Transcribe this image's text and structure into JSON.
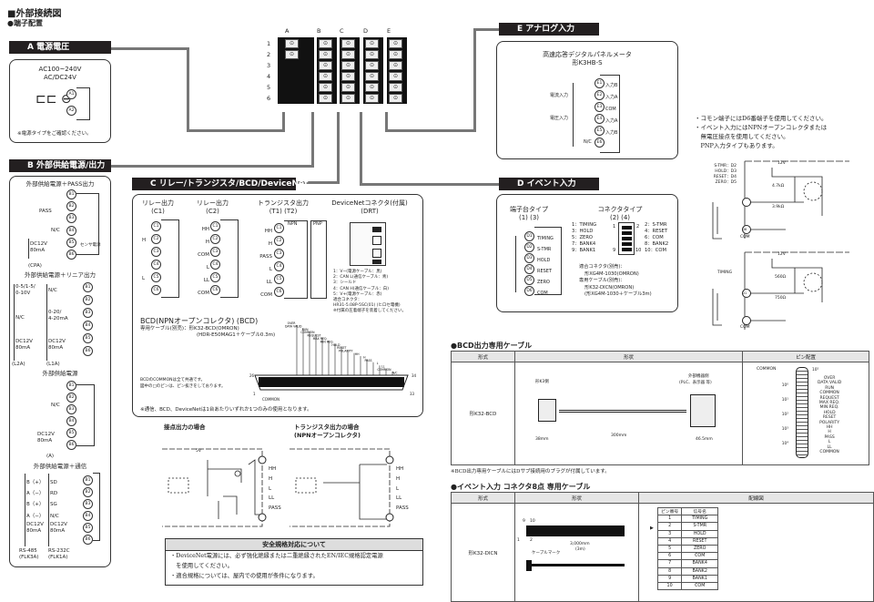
{
  "header": {
    "title": "■外部接続図",
    "subtitle": "●端子配置"
  },
  "terminal_block": {
    "columns": [
      "A",
      "B",
      "C",
      "D",
      "E"
    ],
    "rows": [
      "1",
      "2",
      "3",
      "4",
      "5",
      "6"
    ]
  },
  "section_a": {
    "heading": "A 電源電圧",
    "voltage_line1": "AC100~240V",
    "voltage_line2": "AC/DC24V",
    "terminals": [
      "A1",
      "A2"
    ],
    "note": "※電源タイプをご確認ください。"
  },
  "section_b": {
    "heading": "B 外部供給電源/出力",
    "pass_title": "外部供給電源＋PASS出力",
    "pass_label": "PASS",
    "nc": "N/C",
    "dc12v": "DC12V",
    "ma80": "80mA",
    "sensor_power": "センサ電源",
    "cpa": "(CPA)",
    "linear_title": "外部供給電源＋リニア出力",
    "linear_col1": [
      "0-5/1-5/",
      "0-10V",
      "N/C",
      "DC12V",
      "80mA"
    ],
    "linear_col2": [
      "N/C",
      "0-20/",
      "4-20mA",
      "DC12V",
      "80mA"
    ],
    "l2a": "(L2A)",
    "l1a": "(L1A)",
    "ext_title": "外部供給電源",
    "a_label": "(A)",
    "comm_title": "外部供給電源＋通信",
    "comm_col1": [
      "B（+）",
      "A（−）",
      "B（+）",
      "A（−）",
      "DC12V",
      "80mA"
    ],
    "comm_col2": [
      "SD",
      "RD",
      "SG",
      "N/C",
      "DC12V",
      "80mA"
    ],
    "rs485": "RS-485",
    "flk3a": "(FLK3A)",
    "rs232": "RS-232C",
    "flk1a": "(FLK1A)",
    "terminals": [
      "B1",
      "B2",
      "B3",
      "B4",
      "B5",
      "B6"
    ]
  },
  "section_c": {
    "heading": "C リレー/トランジスタ/BCD/DeviceNet",
    "relay1_title": "リレー出力",
    "relay1_code": "(C1)",
    "relay1_labels": [
      "H",
      "L"
    ],
    "relay2_title": "リレー出力",
    "relay2_code": "(C2)",
    "relay2_labels": [
      "HH",
      "H",
      "COM",
      "L",
      "LL",
      "COM"
    ],
    "trans_title": "トランジスタ出力",
    "trans_code": "(T1) (T2)",
    "trans_labels": [
      "HH",
      "H",
      "PASS",
      "L",
      "LL",
      "COM"
    ],
    "npn": "NPN",
    "pnp": "PNP",
    "dnet_title": "DeviceNetコネクタ(付属)",
    "dnet_code": "(DRT)",
    "dnet_pins": [
      "1：V−(電源ケーブル：黒)",
      "2：CAN L(通信ケーブル：青)",
      "3：シールド",
      "4：CAN H(通信ケーブル：白)",
      "5：V+(電源ケーブル：赤)",
      "適合コネクタ：",
      "HR31-5.08P-5SC(01) (ヒロセ電機)",
      "※付属の圧着端子を装着してください。"
    ],
    "bcd_title": "BCD(NPNオープンコレクタ) (BCD)",
    "bcd_cable1": "専用ケーブル(別売)：形K32-BCD(OMRON)",
    "bcd_cable2": "(HDR-E50MAG1＋ケーブル0.3m)",
    "bcd_note1": "BCDのCOMMONは全て共通です。",
    "bcd_note2": "図中の□のピンは、ピン抜きをしております。",
    "bcd_footnote": "※通信、BCD、DeviceNetは1台あたりいずれか1つのみの使用となります。",
    "bcd_top_signals": [
      "OVER",
      "DATA VALID",
      "RUN",
      "COMMON",
      "REQUEST",
      "MAX REQ.",
      "MIN REQ.",
      "HOLD",
      "RESET",
      "POLARITY",
      "HH",
      "H",
      "PASS",
      "L",
      "LL",
      "COMMON",
      "N/C"
    ],
    "bcd_bottom_signal": "COMMON",
    "bcd_pin_start": "1",
    "bcd_pin_end_top": "34",
    "bcd_pin_end_bottom": "33",
    "bcd_pin_top_left": "26"
  },
  "output_circuits": {
    "contact_title": "接点出力の場合",
    "trans_title_1": "トランジスタ出力の場合",
    "trans_title_2": "(NPNオープンコレクタ)",
    "five_v": "5V",
    "outputs": [
      "HH",
      "H",
      "L",
      "LL",
      "PASS"
    ]
  },
  "safety": {
    "heading": "安全規格対応について",
    "lines": [
      "・DeviceNet電源には、必ず強化絶縁または二重絶縁されたEN/IEC規格認定電源",
      "　を使用してください。",
      "・適合規格については、屋内での使用が条件になります。"
    ]
  },
  "section_e": {
    "heading": "E アナログ入力",
    "device_title": "高速応答デジタルパネルメータ",
    "device_model": "形K3HB-S",
    "current_input": "電流入力",
    "voltage_input": "電圧入力",
    "terminal_labels": [
      "入力B",
      "入力A",
      "COM",
      "入力A",
      "入力B"
    ],
    "nc": "N/C",
    "terminals": [
      "E1",
      "E2",
      "E3",
      "E4",
      "E5",
      "E6"
    ]
  },
  "section_d": {
    "heading": "D イベント入力",
    "terminal_title": "端子台タイプ",
    "terminal_code": "(1) (3)",
    "terminal_labels": [
      "TIMING",
      "S-TMR",
      "HOLD",
      "RESET",
      "ZERO",
      "COM"
    ],
    "terminals": [
      "D1",
      "D2",
      "D3",
      "D4",
      "D5",
      "D6"
    ],
    "connector_title": "コネクタタイプ",
    "connector_code": "(2) (4)",
    "connector_left": [
      "1：TIMING",
      "3：HOLD",
      "5：ZERO",
      "7：BANK4",
      "9：BANK1"
    ],
    "connector_right": [
      "2：S-TMR",
      "4：RESET",
      "6：COM",
      "8：BANK2",
      "10：COM"
    ],
    "connector_pins": [
      "1",
      "2",
      "9",
      "10"
    ],
    "fit_connector": "適合コネクタ(別売)：",
    "fit_model": "形XG4M-1030(OMRON)",
    "cable_label": "専用ケーブル(別売)：",
    "cable_model": "形K32-DICN(OMRON)",
    "cable_detail": "(形XG4M-1030＋ケーブル3m)"
  },
  "notes": {
    "lines": [
      "・コモン端子にはD6番端子を使用してください。",
      "・イベント入力にはNPNオープンコレクタまたは",
      "　無電圧接点を使用してください。",
      "　PNP入力タイプもあります。"
    ]
  },
  "event_circuit": {
    "labels": [
      "S-TMR：D2",
      "HOLD：D3",
      "RESET：D4",
      "ZERO：D5"
    ],
    "v12": "12V",
    "r1": "4.7kΩ",
    "r2": "3.9kΩ",
    "com": "COM",
    "timing": "TIMING",
    "r3": "560Ω",
    "r4": "750Ω",
    "d1": "D1",
    "d6": "D6"
  },
  "bcd_cable_table": {
    "heading": "●BCD出力専用ケーブル",
    "col_model": "形式",
    "col_shape": "形状",
    "col_pins": "ピン配置",
    "model": "形K32-BCD",
    "k3_side": "形K3側",
    "other_side_1": "外部機器側",
    "other_side_2": "(PLC、表示器 等)",
    "dim1": "38mm",
    "dim2": "300mm",
    "dim3": "46.5mm",
    "pin_common_top": "COMMON",
    "pin_groups": [
      "10⁰",
      "10¹",
      "10²",
      "10³",
      "10⁴",
      "10⁵"
    ],
    "pin_signals": [
      "OVER",
      "DATA VALID",
      "RUN",
      "COMMON",
      "REQUEST",
      "MAX REQ.",
      "MIN REQ.",
      "HOLD",
      "RESET",
      "POLARITY",
      "HH",
      "H",
      "PASS",
      "L",
      "LL",
      "COMMON"
    ],
    "note": "※BCD出力専用ケーブルにはDサブ接続用のプラグが付属しています。"
  },
  "event_cable_table": {
    "heading": "●イベント入力 コネクタ8点 専用ケーブル",
    "col_model": "形式",
    "col_shape": "形状",
    "col_wiring": "配線図",
    "model": "形K32-DICN",
    "pin_9": "9",
    "pin_10": "10",
    "pin_1": "1",
    "pin_2": "2",
    "length": "3,000mm",
    "length_m": "(3m)",
    "cable_mark": "ケーブルマーク",
    "pin_header": "ピン番号",
    "signal_header": "信号名",
    "rows": [
      {
        "pin": "1",
        "signal": "TIMING"
      },
      {
        "pin": "2",
        "signal": "S-TMR"
      },
      {
        "pin": "3",
        "signal": "HOLD"
      },
      {
        "pin": "4",
        "signal": "RESET"
      },
      {
        "pin": "5",
        "signal": "ZERO"
      },
      {
        "pin": "6",
        "signal": "COM"
      },
      {
        "pin": "7",
        "signal": "BANK4"
      },
      {
        "pin": "8",
        "signal": "BANK2"
      },
      {
        "pin": "9",
        "signal": "BANK1"
      },
      {
        "pin": "10",
        "signal": "COM"
      }
    ]
  }
}
